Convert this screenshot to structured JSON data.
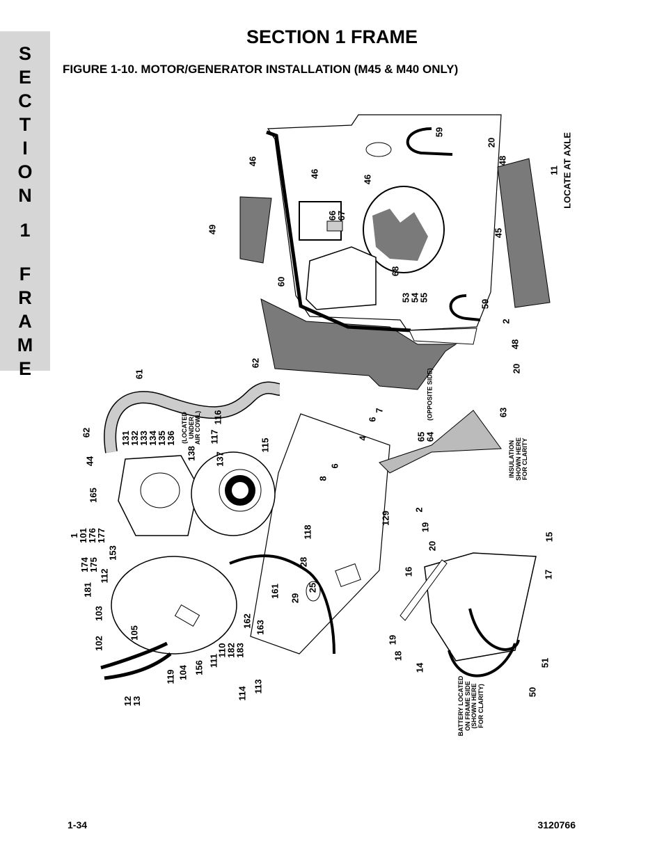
{
  "side_tab": {
    "letters": [
      "S",
      "E",
      "C",
      "T",
      "I",
      "O",
      "N",
      "1",
      "F",
      "R",
      "A",
      "M",
      "E"
    ]
  },
  "header": {
    "title": "SECTION 1  FRAME"
  },
  "figure": {
    "title": "FIGURE 1-10.  MOTOR/GENERATOR INSTALLATION (M45 & M40 ONLY)",
    "callouts": [
      "46",
      "46",
      "46",
      "49",
      "66\n67",
      "60",
      "68",
      "53\n54\n55",
      "59",
      "20",
      "48",
      "45",
      "59",
      "11",
      "LOCATE AT AXLE",
      "2",
      "48",
      "20",
      "62",
      "61",
      "(OPPOSITE SIDE)",
      "7",
      "6",
      "4",
      "63",
      "65",
      "64",
      "INSULATION\nSHOWN HERE\nFOR CLARITY",
      "116",
      "117",
      "115",
      "137",
      "131\n132\n133\n134\n135\n136",
      "(LOCATED\nUNDER\nAIR COWL)",
      "138",
      "62",
      "44",
      "165",
      "1\n101\n176\n177",
      "153",
      "174\n175",
      "112",
      "181",
      "103",
      "102",
      "105",
      "12\n13",
      "119",
      "104",
      "156",
      "111",
      "110\n182\n183",
      "114",
      "113",
      "162",
      "163",
      "161",
      "29",
      "25",
      "28",
      "118",
      "129",
      "8",
      "6",
      "2",
      "19",
      "20",
      "16",
      "15",
      "17",
      "19",
      "18",
      "14",
      "51",
      "50",
      "BATTERY LOCATED\nON FRAME SIDE\n(SHOWN HERE\nFOR CLARITY)"
    ]
  },
  "footer": {
    "page_number": "1-34",
    "doc_number": "3120766"
  }
}
